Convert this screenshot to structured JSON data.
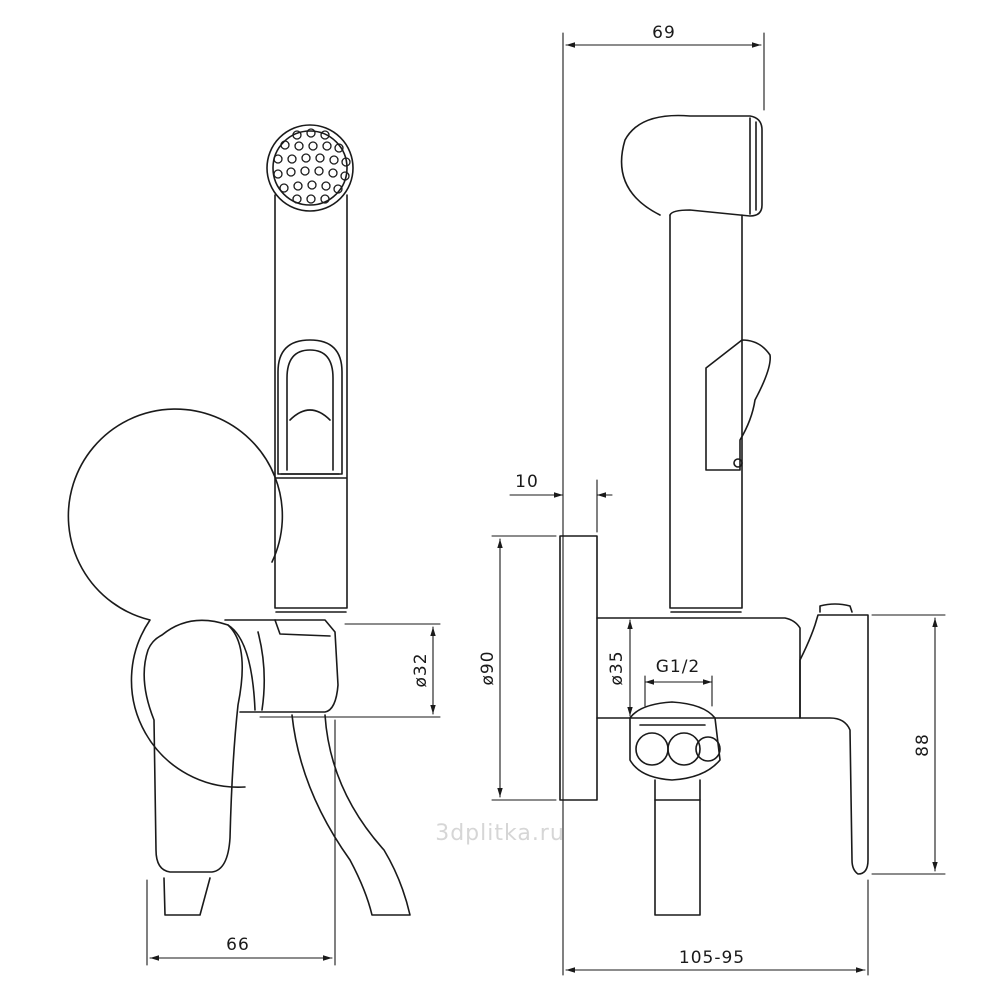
{
  "drawing": {
    "dimensions": {
      "top_width": "69",
      "wall_offset": "10",
      "body_diameter_front": "ø32",
      "flange_diameter": "ø90",
      "body_diameter_side": "ø35",
      "thread": "G1/2",
      "height": "88",
      "front_width": "66",
      "depth": "105-95"
    },
    "watermark": "3dplitka.ru"
  }
}
